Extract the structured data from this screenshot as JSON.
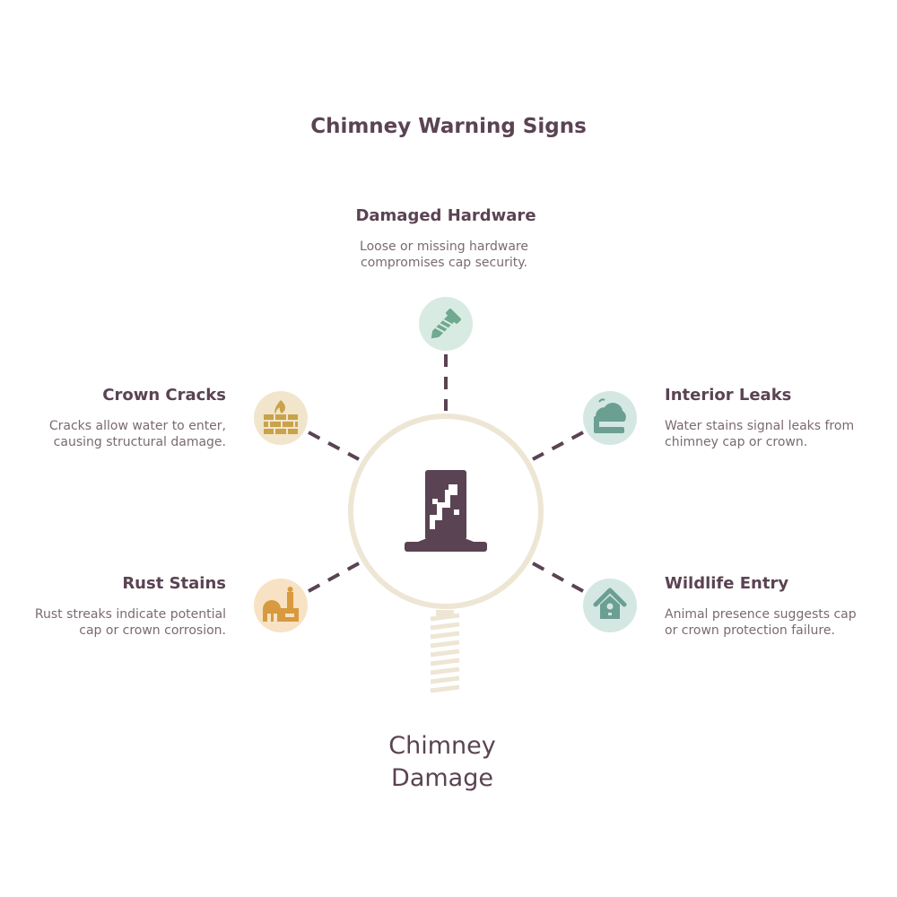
{
  "title": "Chimney Warning Signs",
  "center": {
    "label_line1": "Chimney",
    "label_line2": "Damage",
    "icon": "chimney-icon"
  },
  "nodes": [
    {
      "id": "damaged-hardware",
      "title": "Damaged Hardware",
      "desc_line1": "Loose or missing hardware",
      "desc_line2": "compromises cap security.",
      "icon": "screw-icon",
      "color": "#6fa98f",
      "bg": "#d8ebe2"
    },
    {
      "id": "crown-cracks",
      "title": "Crown Cracks",
      "desc_line1": "Cracks allow water to enter,",
      "desc_line2": "causing structural damage.",
      "icon": "brick-wall-fire-icon",
      "color": "#c9a24a",
      "bg": "#f1e6cc"
    },
    {
      "id": "interior-leaks",
      "title": "Interior Leaks",
      "desc_line1": "Water stains signal leaks from",
      "desc_line2": "chimney cap or crown.",
      "icon": "leaking-pipe-icon",
      "color": "#6a9f92",
      "bg": "#d5e7e2"
    },
    {
      "id": "rust-stains",
      "title": "Rust Stains",
      "desc_line1": "Rust streaks indicate potential",
      "desc_line2": "cap or crown corrosion.",
      "icon": "factory-icon",
      "color": "#d89a3f",
      "bg": "#f7e2c4"
    },
    {
      "id": "wildlife-entry",
      "title": "Wildlife Entry",
      "desc_line1": "Animal presence suggests cap",
      "desc_line2": "or crown protection failure.",
      "icon": "birdhouse-icon",
      "color": "#6a9f92",
      "bg": "#d5e7e2"
    }
  ],
  "colors": {
    "ring": "#eee6d4",
    "connector": "#5a4352",
    "center_icon": "#5a4352"
  }
}
